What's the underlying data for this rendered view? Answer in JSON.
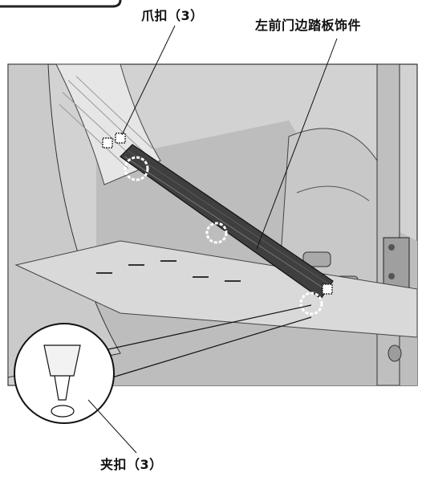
{
  "labels": {
    "claw_clip": "爪扣（3）",
    "trim_part": "左前门边踏板饰件",
    "push_clip": "夹扣（3）"
  },
  "colors": {
    "background": "#ffffff",
    "body_panel": "#cfcfcf",
    "interior": "#b8b8b8",
    "sill_trim": "#3f3f3f",
    "outline": "#222222",
    "leader": "#111111"
  }
}
